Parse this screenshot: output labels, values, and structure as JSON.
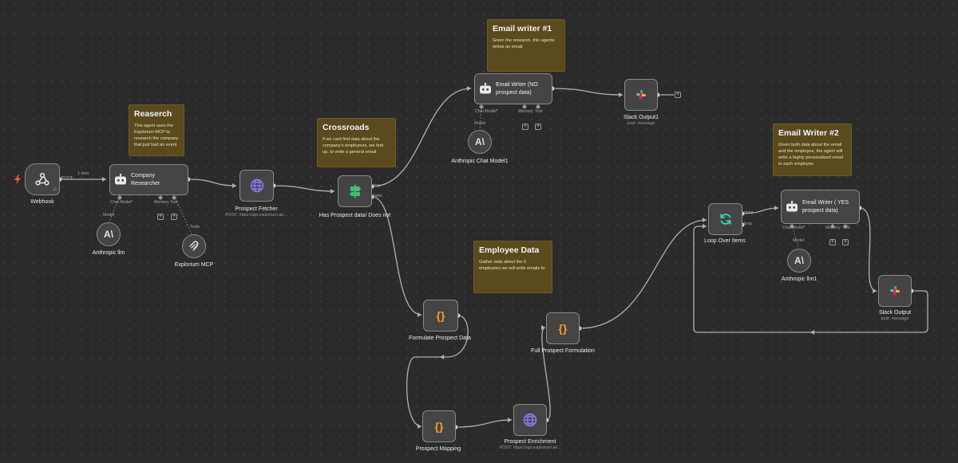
{
  "notes": {
    "research": {
      "title": "Reaserch",
      "body": "This agent uses the Explorium MCP to research the company that just had an event"
    },
    "crossroads": {
      "title": "Crossroads",
      "body": "if we cant find data about the company's employees, we fork up, to write a general email"
    },
    "writer1": {
      "title": "Email writer #1",
      "body": "Given the research, this agents writes an email"
    },
    "employee": {
      "title": "Employee Data",
      "body": "Gather data about the 5 employees we will write emails to."
    },
    "writer2": {
      "title": "Email Writer #2",
      "body": "Given both data about the email and the employee, the agent will write a highly personalized email to each employee"
    }
  },
  "nodes": {
    "webhook": {
      "title": "Webhook",
      "port": "POST",
      "icon": "webhook-icon"
    },
    "company_researcher": {
      "label": "Company Researcher",
      "icon": "robot-icon"
    },
    "anthropic_llm": {
      "title": "Anthropic llm",
      "icon": "anthropic-icon"
    },
    "explorium_mcp": {
      "title": "Explorium MCP",
      "icon": "mcp-icon"
    },
    "prospect_fetcher": {
      "title": "Prospect Fetcher",
      "sub": "POST: https://api.explorium.ai/...",
      "icon": "globe-icon"
    },
    "has_prospect": {
      "title": "Has Prospect data/ Does not",
      "true_label": "true",
      "false_label": "false",
      "icon": "if-icon"
    },
    "email_writer_no": {
      "label": "Email Writer (NO prospect data)",
      "icon": "robot-icon"
    },
    "anthropic_chat": {
      "title": "Anthropic Chat Model1",
      "icon": "anthropic-icon"
    },
    "slack_output1": {
      "title": "Slack Output1",
      "sub": "post: message",
      "icon": "slack-icon"
    },
    "formulate": {
      "title": "Formulate Prospect Data",
      "icon": "code-icon"
    },
    "prospect_mapping": {
      "title": "Prospect Mapping",
      "icon": "code-icon"
    },
    "prospect_enrichment": {
      "title": "Prospect Enrichment",
      "sub": "POST: https://api.explorium.ai/...",
      "icon": "globe-icon"
    },
    "full_prospect": {
      "title": "Full Prospect Formulation",
      "icon": "code-icon"
    },
    "loop_over": {
      "title": "Loop Over Items",
      "done_label": "done",
      "loop_label": "loop",
      "icon": "loop-icon"
    },
    "email_writer_yes": {
      "label": "Email Writer ( YES prospect data)",
      "icon": "robot-icon"
    },
    "anthropic_llm1": {
      "title": "Anthropic llm1",
      "icon": "anthropic-icon"
    },
    "slack_output": {
      "title": "Slack Output",
      "sub": "post: message",
      "icon": "slack-icon"
    }
  },
  "labels": {
    "one_item": "1 item",
    "chat_model": "Chat Model*",
    "memory": "Memory",
    "tool": "Tool",
    "model": "Model",
    "tools": "Tools",
    "plus": "+"
  },
  "colors": {
    "canvas": "#2b2b2b",
    "node": "#444444",
    "note": "#5a4a1d",
    "edge": "#b0b0b0",
    "code_icon": "#ff9b26",
    "loop_icon": "#35d9b0",
    "if_icon": "#3fbf6e",
    "globe_icon": "#8b7cf6",
    "trigger_bolt": "#ff4f4f"
  }
}
